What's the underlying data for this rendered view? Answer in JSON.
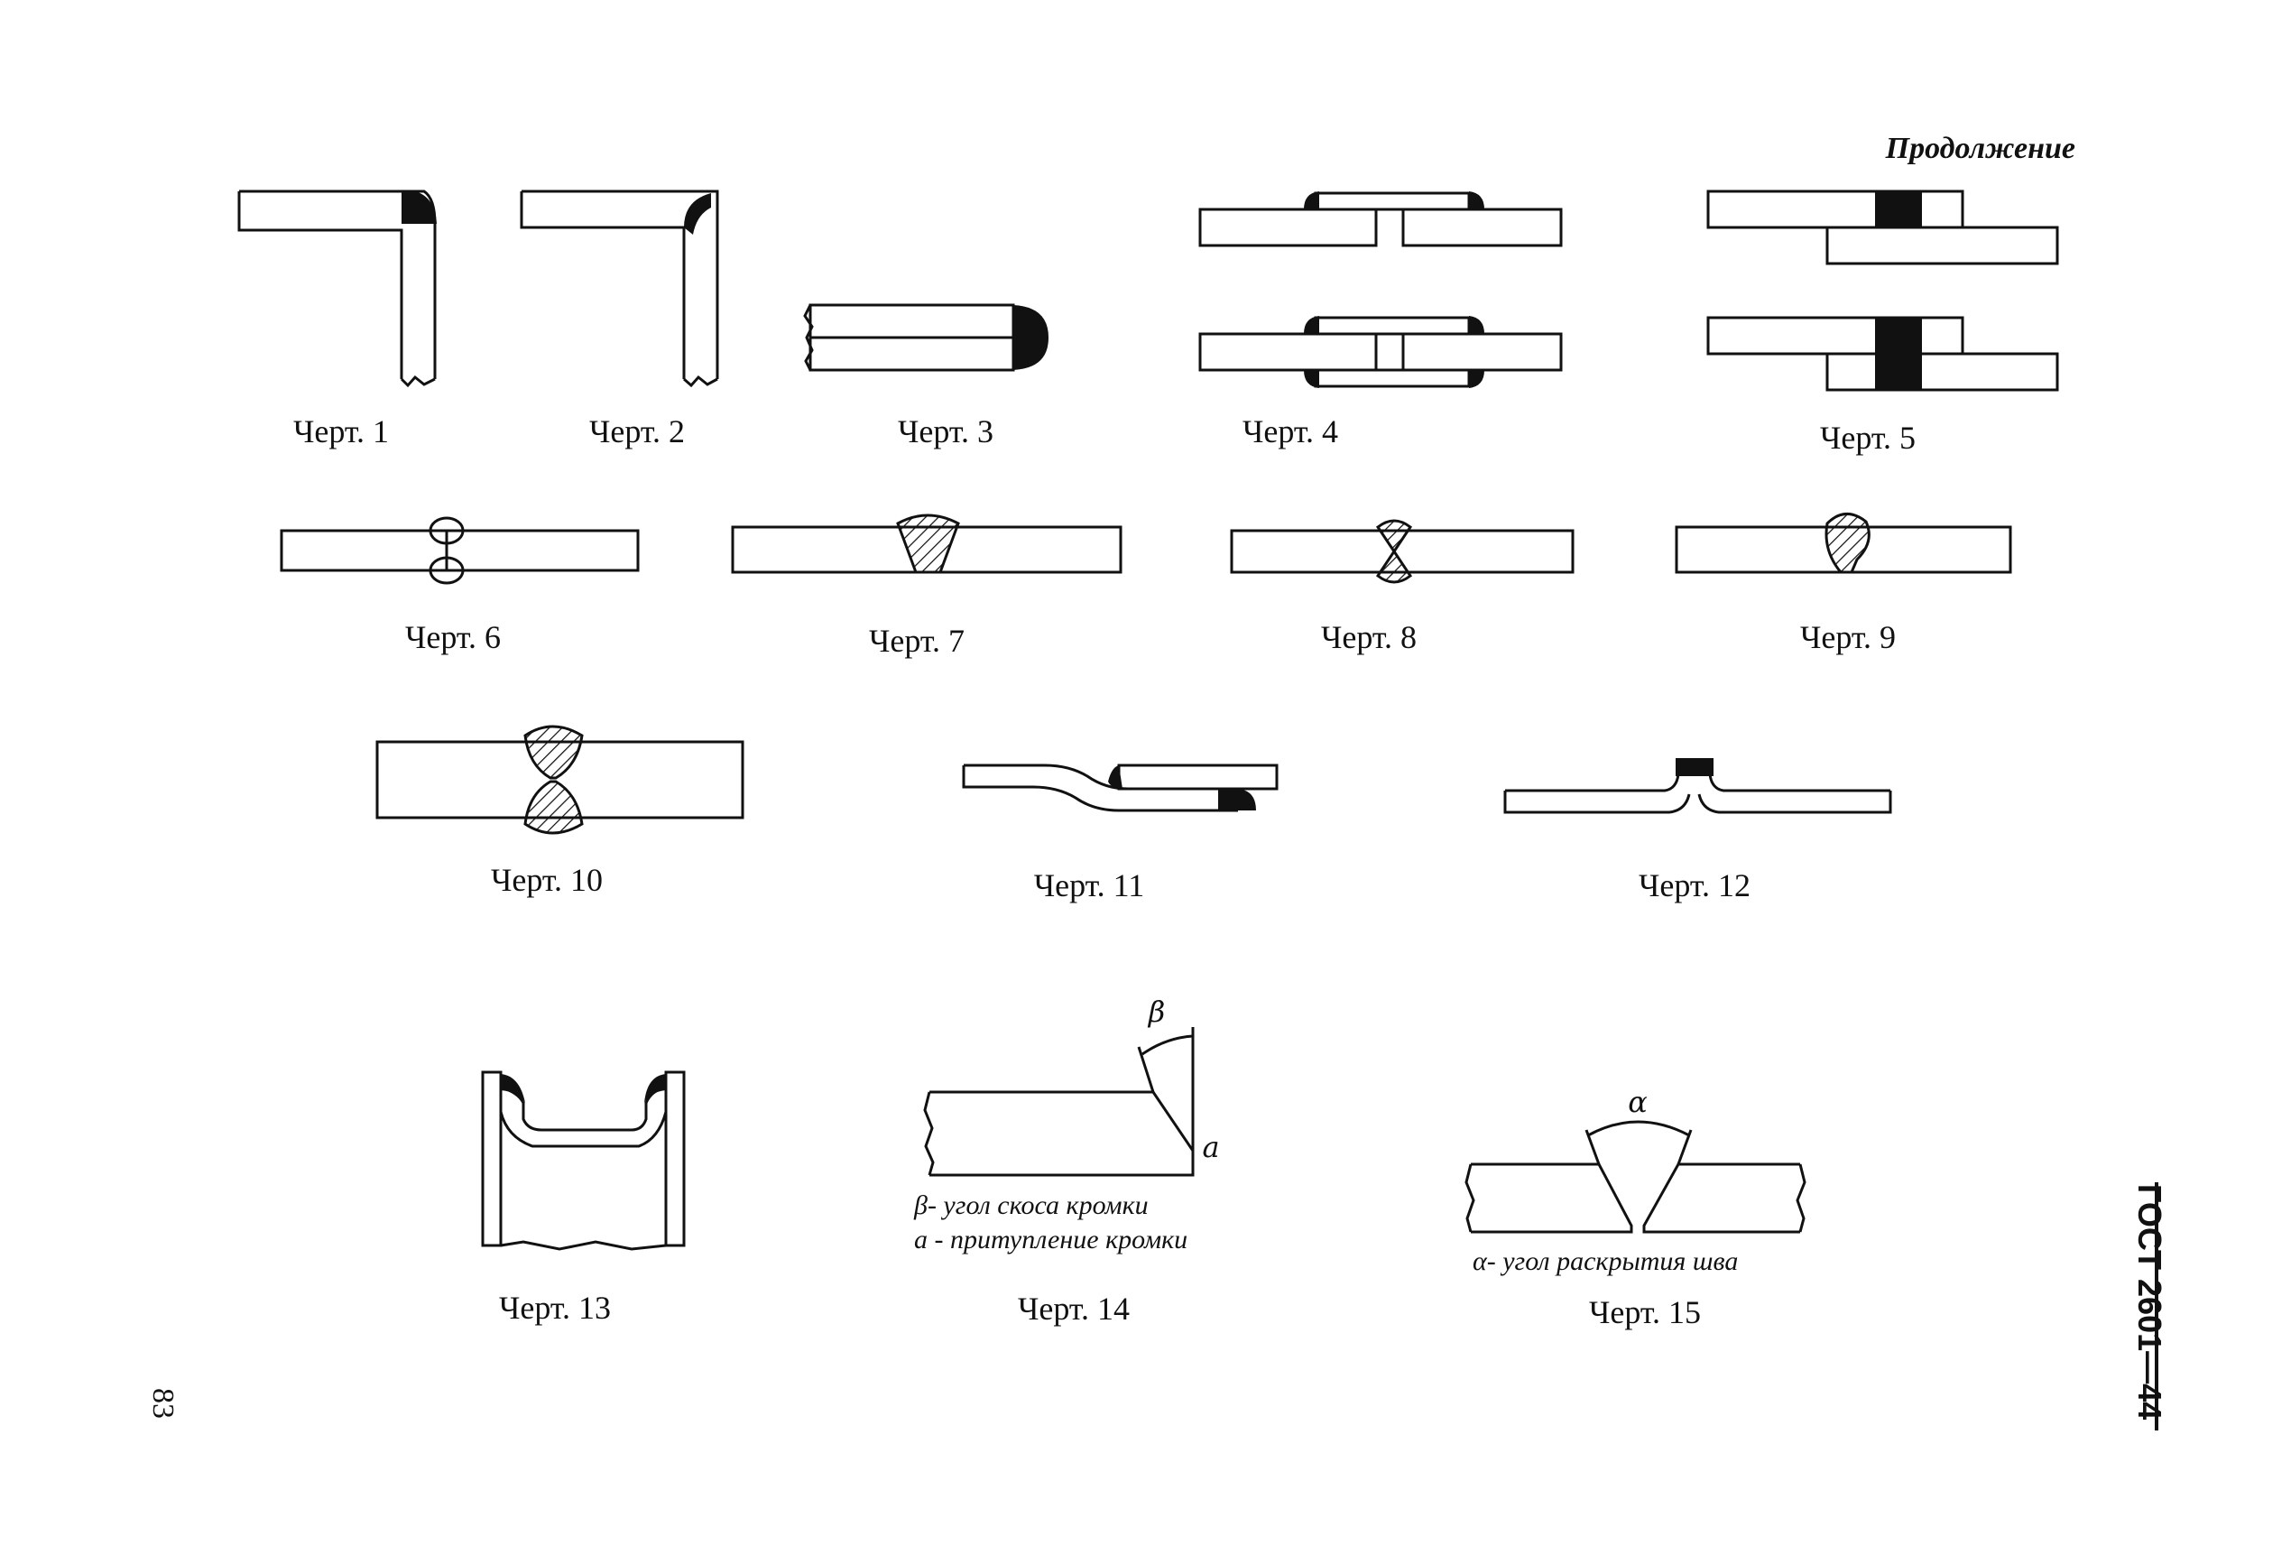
{
  "header": {
    "continuation": "Продолжение"
  },
  "side": {
    "standard": "ГОСТ 2601—44",
    "page_number": "83"
  },
  "figures": [
    {
      "label": "Черт. 1"
    },
    {
      "label": "Черт. 2"
    },
    {
      "label": "Черт. 3"
    },
    {
      "label": "Черт. 4"
    },
    {
      "label": "Черт. 5"
    },
    {
      "label": "Черт. 6"
    },
    {
      "label": "Черт. 7"
    },
    {
      "label": "Черт. 8"
    },
    {
      "label": "Черт. 9"
    },
    {
      "label": "Черт. 10"
    },
    {
      "label": "Черт. 11"
    },
    {
      "label": "Черт. 12"
    },
    {
      "label": "Черт. 13"
    },
    {
      "label": "Черт. 14"
    },
    {
      "label": "Черт. 15"
    }
  ],
  "fig14": {
    "beta_symbol": "β",
    "a_symbol": "a",
    "legend_beta": "β- угол скоса кромки",
    "legend_a": "a - притупление кромки"
  },
  "fig15": {
    "alpha_symbol": "α",
    "legend_alpha": "α- угол раскрытия шва"
  }
}
